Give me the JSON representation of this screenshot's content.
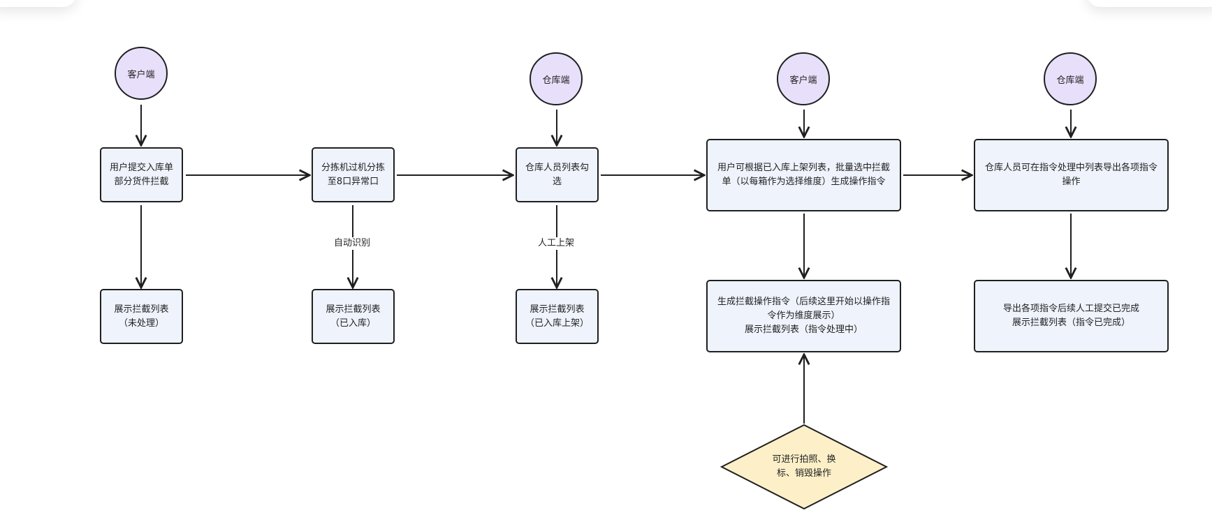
{
  "nodes": {
    "c1": "客户端",
    "c2": "仓库端",
    "c3": "客户端",
    "c4": "仓库端",
    "submit": [
      "用户提交入库单",
      "部分货件拦截"
    ],
    "sort": [
      "分拣机过机分拣",
      "至8口异常口"
    ],
    "wh_select": [
      "仓库人员列表勾",
      "选"
    ],
    "user_batch": [
      "用户可根据已入库上架列表，批量选中拦截",
      "单（以每箱作为选择维度）生成操作指令"
    ],
    "wh_export": [
      "仓库人员可在指令处理中列表导出各项指令",
      "操作"
    ],
    "list_unprocessed": [
      "展示拦截列表",
      "（未处理）"
    ],
    "list_received": [
      "展示拦截列表",
      "（已入库）"
    ],
    "list_shelved": [
      "展示拦截列表",
      "（已入库上架）"
    ],
    "gen_instr": [
      "生成拦截操作指令（后续这里开始以操作指",
      "令作为维度展示）",
      "展示拦截列表（指令处理中）"
    ],
    "export_done": [
      "导出各项指令后续人工提交已完成",
      "展示拦截列表（指令已完成）"
    ],
    "diamond": [
      "可进行拍照、换",
      "标、销毁操作"
    ]
  },
  "edge_labels": {
    "auto": "自动识别",
    "manual": "人工上架"
  },
  "colors": {
    "circle_fill": "#e8e0fb",
    "box_fill": "#eef3fc",
    "diamond_fill": "#fdf0c8",
    "stroke": "#1f1f1f"
  }
}
